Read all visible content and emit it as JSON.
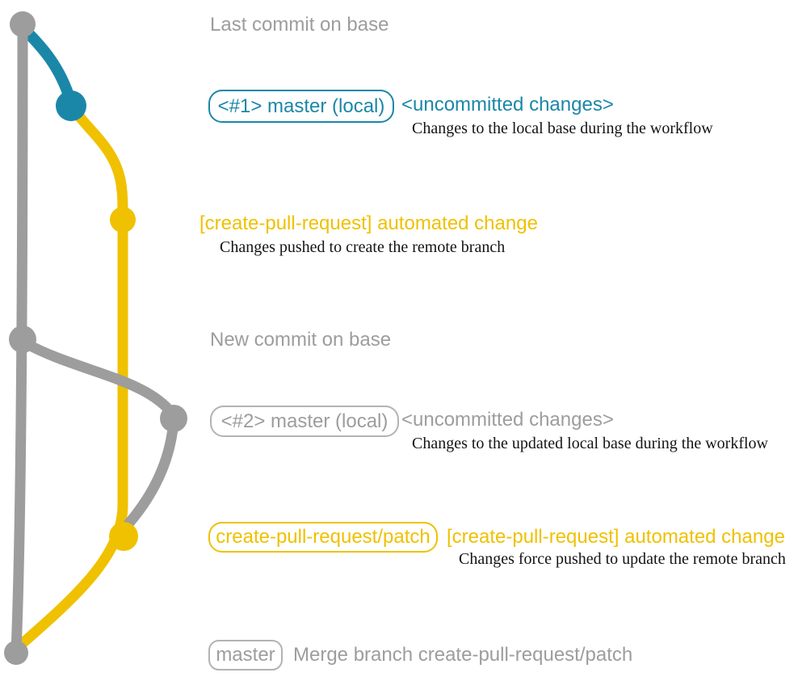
{
  "colors": {
    "bg": "#ffffff",
    "base_gray": "#9d9d9d",
    "border_gray": "#b3b3b3",
    "teal": "#1b87a8",
    "yellow": "#efc100",
    "ink": "#141414"
  },
  "rows": {
    "last_commit": {
      "label": "Last commit on base"
    },
    "local_1": {
      "badge": "<#1> master (local)",
      "title": "<uncommitted changes>",
      "subtitle": "Changes to the local base during the workflow"
    },
    "push_1": {
      "title": "[create-pull-request] automated change",
      "subtitle": "Changes pushed to create the remote branch"
    },
    "new_commit": {
      "label": "New commit on base"
    },
    "local_2": {
      "badge": "<#2> master (local)",
      "title": "<uncommitted changes>",
      "subtitle": "Changes to the updated local base during the workflow"
    },
    "push_2": {
      "badge": "create-pull-request/patch",
      "title": "[create-pull-request] automated change",
      "subtitle": "Changes force pushed to update the remote branch"
    },
    "merge": {
      "badge": "master",
      "label": "Merge branch create-pull-request/patch"
    }
  },
  "graph": {
    "branches": [
      {
        "name": "base",
        "color": "#9d9d9d"
      },
      {
        "name": "master (local)",
        "color": "#1b87a8"
      },
      {
        "name": "create-pull-request/patch",
        "color": "#efc100"
      }
    ],
    "commits": [
      {
        "id": "base-last-commit",
        "branch": "base"
      },
      {
        "id": "local-uncommitted-1",
        "branch": "master (local)"
      },
      {
        "id": "patch-automated-commit-1",
        "branch": "create-pull-request/patch"
      },
      {
        "id": "base-new-commit",
        "branch": "base"
      },
      {
        "id": "local-uncommitted-2",
        "branch": "base"
      },
      {
        "id": "patch-automated-commit-2",
        "branch": "create-pull-request/patch"
      },
      {
        "id": "merge-commit",
        "branch": "base"
      }
    ]
  }
}
